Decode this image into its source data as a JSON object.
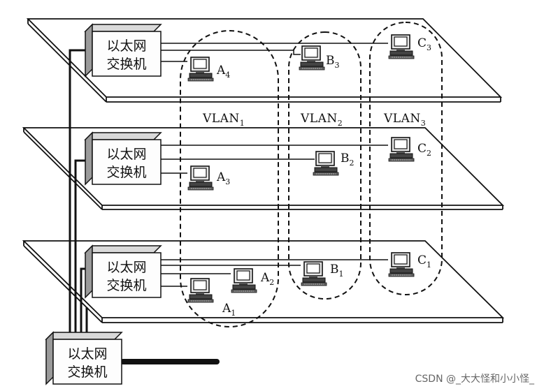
{
  "switch_label": {
    "line1": "以太网",
    "line2": "交换机"
  },
  "vlans": [
    {
      "name": "VLAN",
      "sub": "1"
    },
    {
      "name": "VLAN",
      "sub": "2"
    },
    {
      "name": "VLAN",
      "sub": "3"
    }
  ],
  "computers": {
    "A4": {
      "name": "A",
      "sub": "4"
    },
    "A3": {
      "name": "A",
      "sub": "3"
    },
    "A2": {
      "name": "A",
      "sub": "2"
    },
    "A1": {
      "name": "A",
      "sub": "1"
    },
    "B3": {
      "name": "B",
      "sub": "3"
    },
    "B2": {
      "name": "B",
      "sub": "2"
    },
    "B1": {
      "name": "B",
      "sub": "1"
    },
    "C3": {
      "name": "C",
      "sub": "3"
    },
    "C2": {
      "name": "C",
      "sub": "2"
    },
    "C1": {
      "name": "C",
      "sub": "1"
    }
  },
  "watermark": "CSDN @_大大怪和小小怪_"
}
